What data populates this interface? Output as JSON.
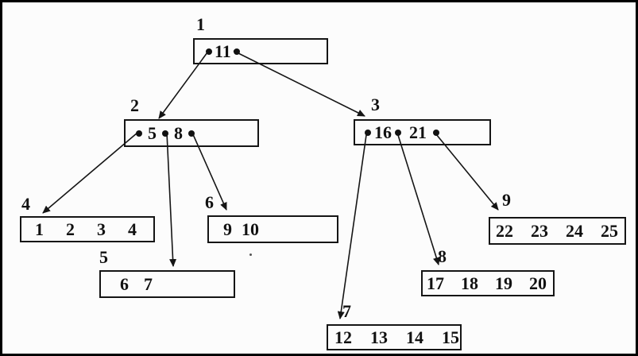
{
  "figure": {
    "kind": "b-tree index diagram",
    "nodes": [
      {
        "id": "1",
        "label": "1",
        "keys": [
          "11"
        ]
      },
      {
        "id": "2",
        "label": "2",
        "keys": [
          "5",
          "8"
        ]
      },
      {
        "id": "3",
        "label": "3",
        "keys": [
          "16",
          "21"
        ]
      },
      {
        "id": "4",
        "label": "4",
        "keys": [
          "1",
          "2",
          "3",
          "4"
        ]
      },
      {
        "id": "5",
        "label": "5",
        "keys": [
          "6",
          "7"
        ]
      },
      {
        "id": "6",
        "label": "6",
        "keys": [
          "9",
          "10"
        ]
      },
      {
        "id": "7",
        "label": "7",
        "keys": [
          "12",
          "13",
          "14",
          "15"
        ]
      },
      {
        "id": "8",
        "label": "8",
        "keys": [
          "17",
          "18",
          "19",
          "20"
        ]
      },
      {
        "id": "9",
        "label": "9",
        "keys": [
          "22",
          "23",
          "24",
          "25"
        ]
      }
    ],
    "edges": [
      {
        "from": "1",
        "to": "2"
      },
      {
        "from": "1",
        "to": "3"
      },
      {
        "from": "2",
        "to": "4"
      },
      {
        "from": "2",
        "to": "5"
      },
      {
        "from": "2",
        "to": "6"
      },
      {
        "from": "3",
        "to": "7"
      },
      {
        "from": "3",
        "to": "8"
      },
      {
        "from": "3",
        "to": "9"
      }
    ],
    "colors": {
      "ink": "#111111",
      "background": "#fcfcfc"
    }
  }
}
